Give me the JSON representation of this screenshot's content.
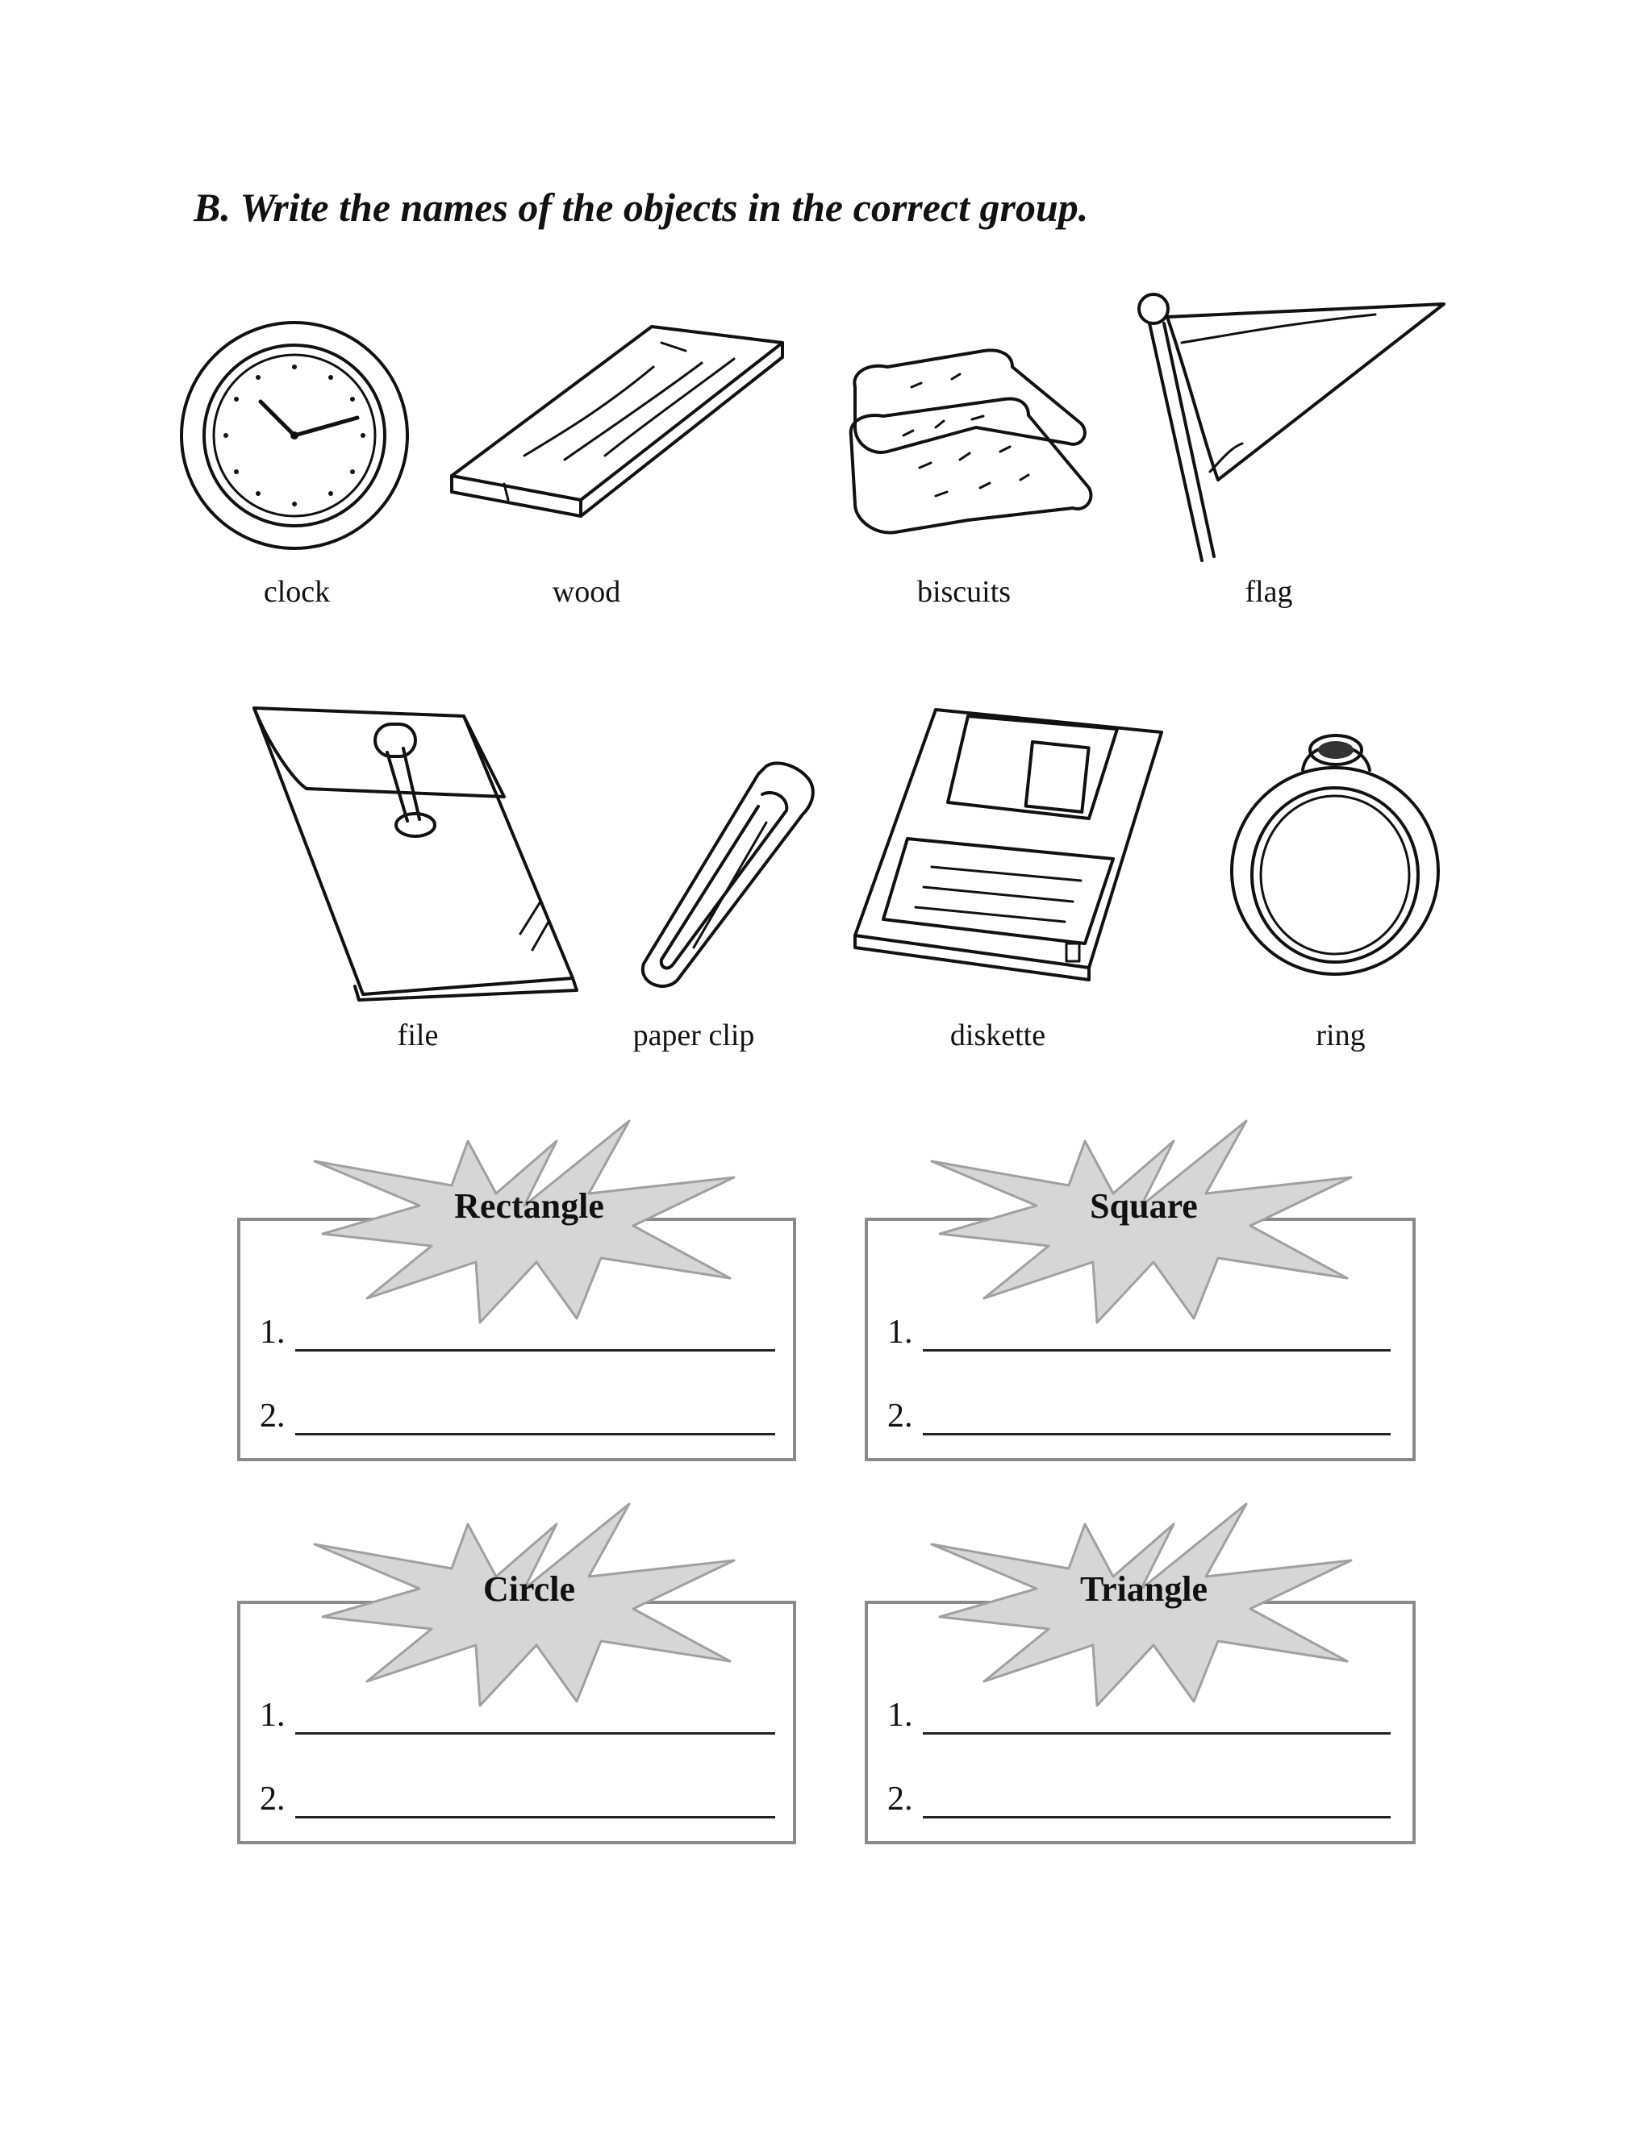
{
  "instruction": "B. Write the names of the objects in the correct group.",
  "objects": [
    {
      "label": "clock",
      "icon": "clock-icon"
    },
    {
      "label": "wood",
      "icon": "wood-plank-icon"
    },
    {
      "label": "biscuits",
      "icon": "biscuits-icon"
    },
    {
      "label": "flag",
      "icon": "flag-icon"
    },
    {
      "label": "file",
      "icon": "file-folder-icon"
    },
    {
      "label": "paper clip",
      "icon": "paper-clip-icon"
    },
    {
      "label": "diskette",
      "icon": "diskette-icon"
    },
    {
      "label": "ring",
      "icon": "ring-icon"
    }
  ],
  "groups": [
    {
      "name": "Rectangle",
      "line1": "1.",
      "line2": "2."
    },
    {
      "name": "Square",
      "line1": "1.",
      "line2": "2."
    },
    {
      "name": "Circle",
      "line1": "1.",
      "line2": "2."
    },
    {
      "name": "Triangle",
      "line1": "1.",
      "line2": "2."
    }
  ],
  "colors": {
    "burst_fill": "#d6d6d6",
    "burst_stroke": "#9a9a9a",
    "box_border": "#8a8a8a"
  }
}
